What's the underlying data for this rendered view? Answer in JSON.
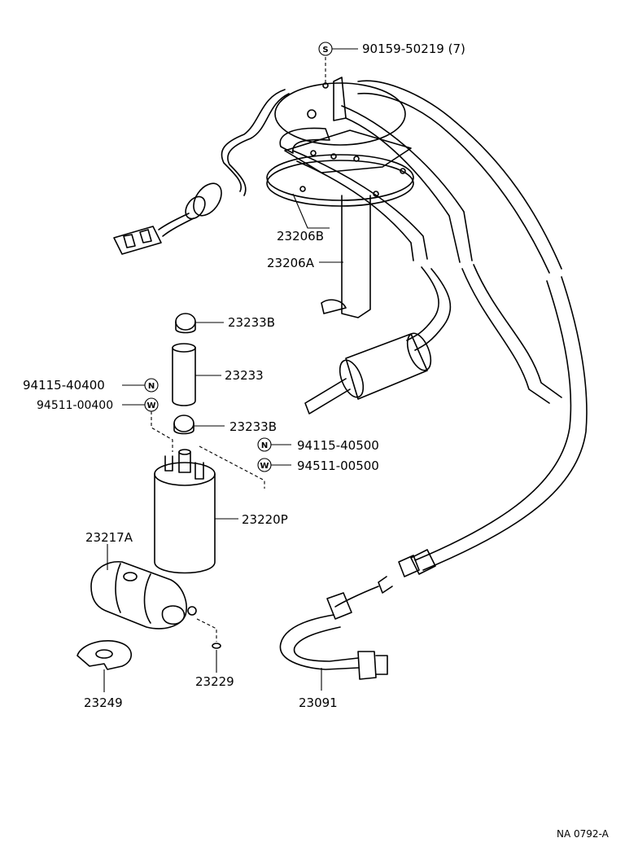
{
  "diagram": {
    "reference": "NA 0792-A",
    "callouts": {
      "screw": {
        "symbol": "S",
        "part_no": "90159-50219 (7)"
      },
      "sender_gauge": "23206B",
      "fuel_suction_tube": "23206A",
      "hose_clamp_upper": "23233B",
      "hose": "23233",
      "nut_left": {
        "symbol": "N",
        "part_no": "94115-40400"
      },
      "washer_left": {
        "symbol": "W",
        "part_no": "94511-00400"
      },
      "hose_clamp_lower": "23233B",
      "nut_right": {
        "symbol": "N",
        "part_no": "94115-40500"
      },
      "washer_right": {
        "symbol": "W",
        "part_no": "94511-00500"
      },
      "fuel_pump": "23220P",
      "pump_filter": "23217A",
      "clip": "23229",
      "cushion": "23249",
      "fuel_pipe": "23091"
    }
  }
}
